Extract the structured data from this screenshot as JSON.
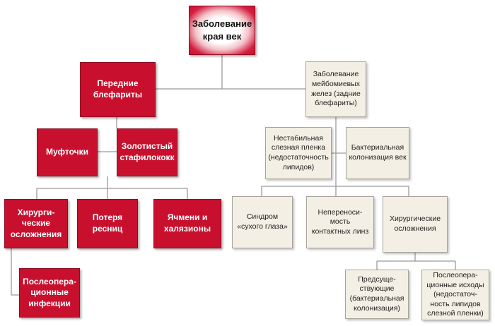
{
  "diagram": {
    "nodes": {
      "root": "Заболевание\nкрая век",
      "anterior": "Передние\nблефариты",
      "meibomian": "Заболевание\nмейбомиевых\nжелез (задние\nблефариты)",
      "muftochki": "Муфточки",
      "staph": "Золотистый\nстафилококк",
      "unstable_film": "Нестабильная\nслезная пленка\n(недостаточность\nлипидов)",
      "bacterial_colonization": "Бактериальная\nколонизация век",
      "surgical_left": "Хирурги-\nческие\nосложнения",
      "lash_loss": "Потеря\nресниц",
      "chalazion": "Ячмени и\nхалязионы",
      "dry_eye": "Синдром\n«сухого глаза»",
      "lens_intolerance": "Неперенoси-\nмость\nконтактных линз",
      "surgical_right": "Хирургические\nосложнения",
      "postop_infections": "Послеопера-\nционные\nинфекции",
      "predisposing": "Предсуще-\nствующие\n(бактериальная\nколонизация)",
      "postop_outcomes": "Послеопера-\nционные исходы\n(недостаточ-\nность липидов\nслезной пленки)"
    },
    "colors": {
      "primary_red": "#c8102e",
      "secondary_beige": "#f4efe4",
      "connector_gray": "#9a9a9a"
    }
  }
}
